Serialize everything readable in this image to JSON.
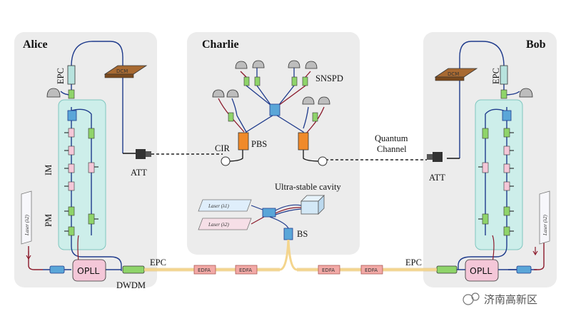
{
  "panels": {
    "alice": "Alice",
    "charlie": "Charlie",
    "bob": "Bob"
  },
  "labels": {
    "epc": "EPC",
    "dcm": "DCM",
    "att": "ATT",
    "im": "IM",
    "pm": "PM",
    "opll": "OPLL",
    "dwdm": "DWDM",
    "laser_lambda1": "Laser (λ1)",
    "laser_lambda2": "Laser (λ2)",
    "cir": "CIR",
    "pbs": "PBS",
    "snspd": "SNSPD",
    "quantum_channel_line1": "Quantum",
    "quantum_channel_line2": "Channel",
    "ultra_stable_cavity": "Ultra-stable cavity",
    "bs": "BS",
    "edfa": "EDFA"
  },
  "watermark": "济南高新区",
  "colors": {
    "panel_bg": "#ececec",
    "module_bg": "#cdeeea",
    "fiber_blue": "#1f3b8c",
    "fiber_red": "#8b1a2b",
    "fiber_yellow": "#f4d58d",
    "pbs_orange": "#f08a2a",
    "dcm_brown": "#a86a32",
    "epc_teal": "#b8e3de",
    "green_comp": "#8fd46a",
    "pink_comp": "#f4c7d8",
    "edfa_red": "#f2a9a6"
  }
}
